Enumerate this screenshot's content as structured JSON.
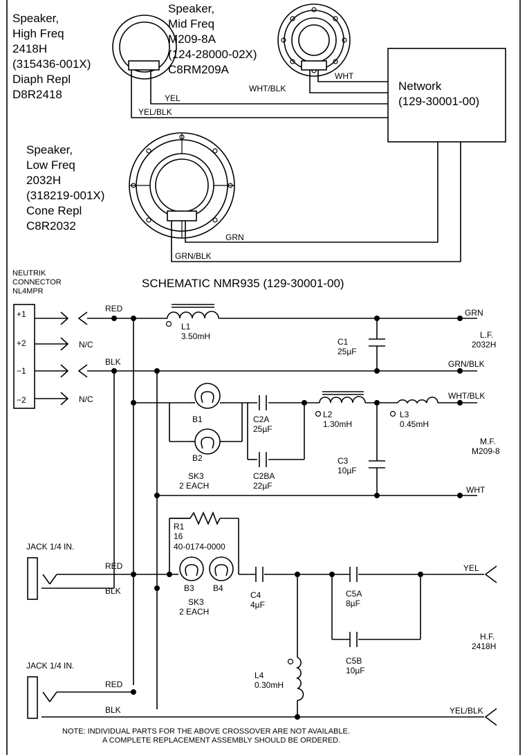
{
  "wiring": {
    "hf_speaker": [
      "Speaker,",
      "High Freq",
      "2418H",
      "(315436-001X)",
      "Diaph Repl",
      "D8R2418"
    ],
    "mf_speaker": [
      "Speaker,",
      "Mid  Freq",
      "M209-8A",
      "(124-28000-02X)",
      "C8RM209A"
    ],
    "lf_speaker": [
      "Speaker,",
      "Low Freq",
      "2032H",
      "(318219-001X)",
      "Cone Repl",
      "C8R2032"
    ],
    "network": [
      "Network",
      "(129-30001-00)"
    ],
    "wires": {
      "wht": "WHT",
      "wht_blk": "WHT/BLK",
      "yel": "YEL",
      "yel_blk": "YEL/BLK",
      "grn": "GRN",
      "grn_blk": "GRN/BLK"
    }
  },
  "schematic": {
    "title": "SCHEMATIC NMR935 (129-30001-00)",
    "connector": [
      "NEUTRIK",
      "CONNECTOR",
      "NL4MPR"
    ],
    "pins": [
      "+1",
      "+2",
      "−1",
      "−2"
    ],
    "nc": "N/C",
    "red": "RED",
    "blk": "BLK",
    "jack": "JACK 1/4 IN.",
    "components": {
      "l1": [
        "L1",
        "3.50mH"
      ],
      "c1": [
        "C1",
        "25µF"
      ],
      "b1": "B1",
      "b2": "B2",
      "sk3_top": [
        "SK3",
        "2 EACH"
      ],
      "c2a": [
        "C2A",
        "25µF"
      ],
      "c2ba": [
        "C2BA",
        "22µF"
      ],
      "l2": [
        "L2",
        "1.30mH"
      ],
      "l3": [
        "L3",
        "0.45mH"
      ],
      "c3": [
        "C3",
        "10µF"
      ],
      "r1": [
        "R1",
        "16",
        "40-0174-0000"
      ],
      "b3": "B3",
      "b4": "B4",
      "sk3_bot": [
        "SK3",
        "2 EACH"
      ],
      "c4": [
        "C4",
        "4µF"
      ],
      "c5a": [
        "C5A",
        "8µF"
      ],
      "c5b": [
        "C5B",
        "10µF"
      ],
      "l4": [
        "L4",
        "0.30mH"
      ]
    },
    "outputs": {
      "grn": "GRN",
      "grn_blk": "GRN/BLK",
      "lf": [
        "L.F.",
        "2032H"
      ],
      "wht_blk": "WHT/BLK",
      "wht": "WHT",
      "mf": [
        "M.F.",
        "M209-8"
      ],
      "yel": "YEL",
      "yel_blk": "YEL/BLK",
      "hf": [
        "H.F.",
        "2418H"
      ]
    }
  },
  "note": [
    "NOTE:  INDIVIDUAL PARTS FOR THE ABOVE CROSSOVER ARE NOT AVAILABLE.",
    "A COMPLETE REPLACEMENT ASSEMBLY SHOULD BE ORDERED."
  ]
}
